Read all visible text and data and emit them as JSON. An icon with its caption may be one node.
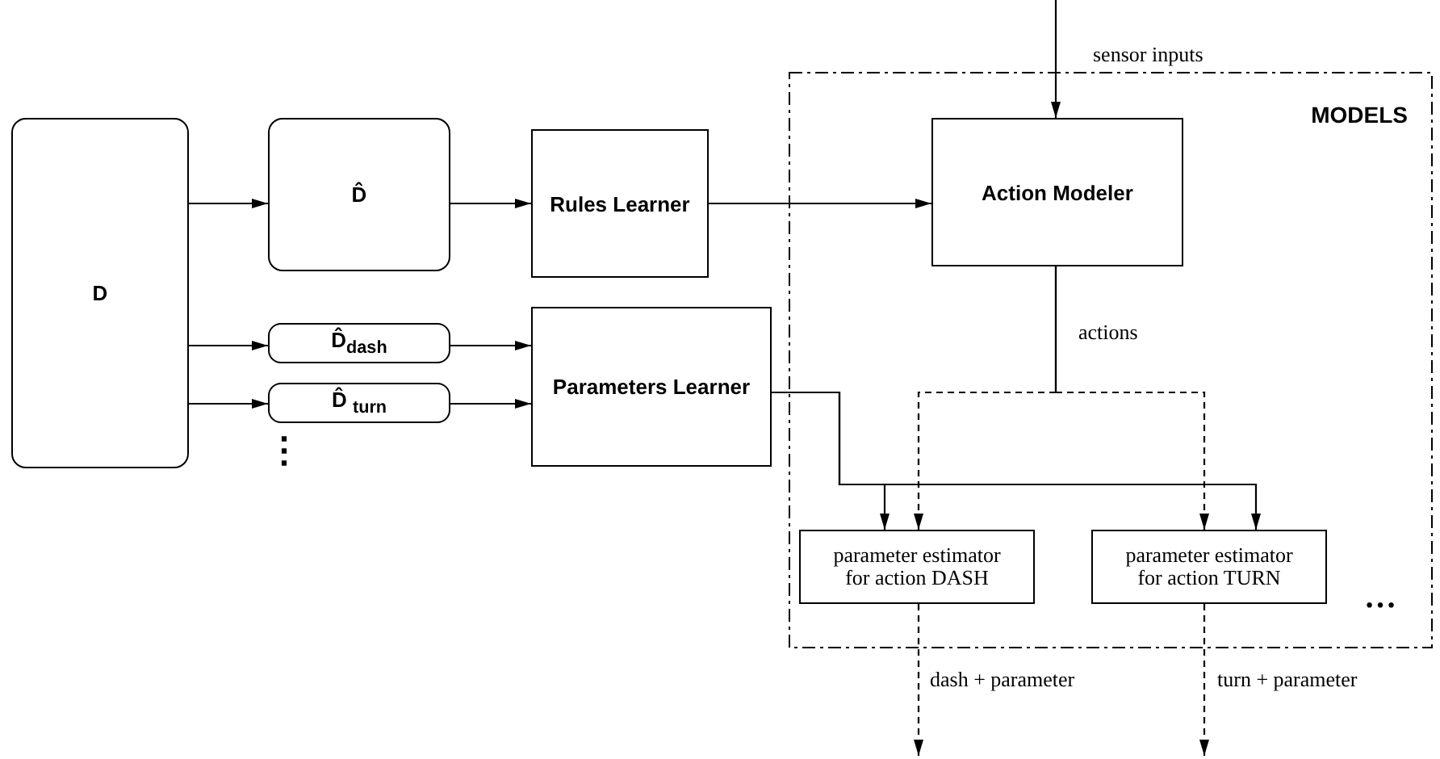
{
  "diagram": {
    "nodes": [
      {
        "text": [
          "D"
        ]
      },
      {
        "text": [
          "D̂"
        ]
      },
      {
        "text": [
          "D̂$_{dash}$"
        ]
      },
      {
        "text": [
          "D̂ $_{turn}$"
        ]
      },
      {
        "text": [
          "Rules Learner"
        ]
      },
      {
        "text": [
          "Parameters Learner"
        ]
      },
      {
        "text": [
          "MODELS"
        ]
      },
      {
        "text": [
          "Action Modeler"
        ],
        "in": 6
      },
      {
        "text": [
          "parameter estimator for action DASH"
        ],
        "in": 6
      },
      {
        "text": [
          "parameter estimator for action TURN"
        ],
        "in": 6
      }
    ],
    "edges": [
      {
        "from": 0,
        "to": 1,
        "arrow": "to"
      },
      {
        "from": 0,
        "to": 2,
        "arrow": "to"
      },
      {
        "from": 0,
        "to": 3,
        "arrow": "to"
      },
      {
        "from": 1,
        "to": 4,
        "arrow": "to"
      },
      {
        "from": 2,
        "to": 5,
        "arrow": "to"
      },
      {
        "from": 3,
        "to": 5,
        "arrow": "to"
      },
      {
        "from": 4,
        "to": 7,
        "arrow": "to"
      },
      {
        "from": null,
        "to": 7,
        "arrow": "to",
        "label": "sensor inputs"
      },
      {
        "from": 7,
        "to": 8,
        "arrow": "to",
        "style": "dashed",
        "label": "actions"
      },
      {
        "from": 7,
        "to": 9,
        "arrow": "to",
        "style": "dashed"
      },
      {
        "from": 5,
        "to": 8,
        "arrow": "to"
      },
      {
        "from": 5,
        "to": 9,
        "arrow": "to"
      },
      {
        "from": 8,
        "to": null,
        "arrow": "to",
        "style": "dashed",
        "label": "dash + parameter"
      },
      {
        "from": 9,
        "to": null,
        "arrow": "to",
        "style": "dashed",
        "label": "turn + parameter"
      }
    ],
    "labels": [
      "⋮",
      "…"
    ]
  }
}
